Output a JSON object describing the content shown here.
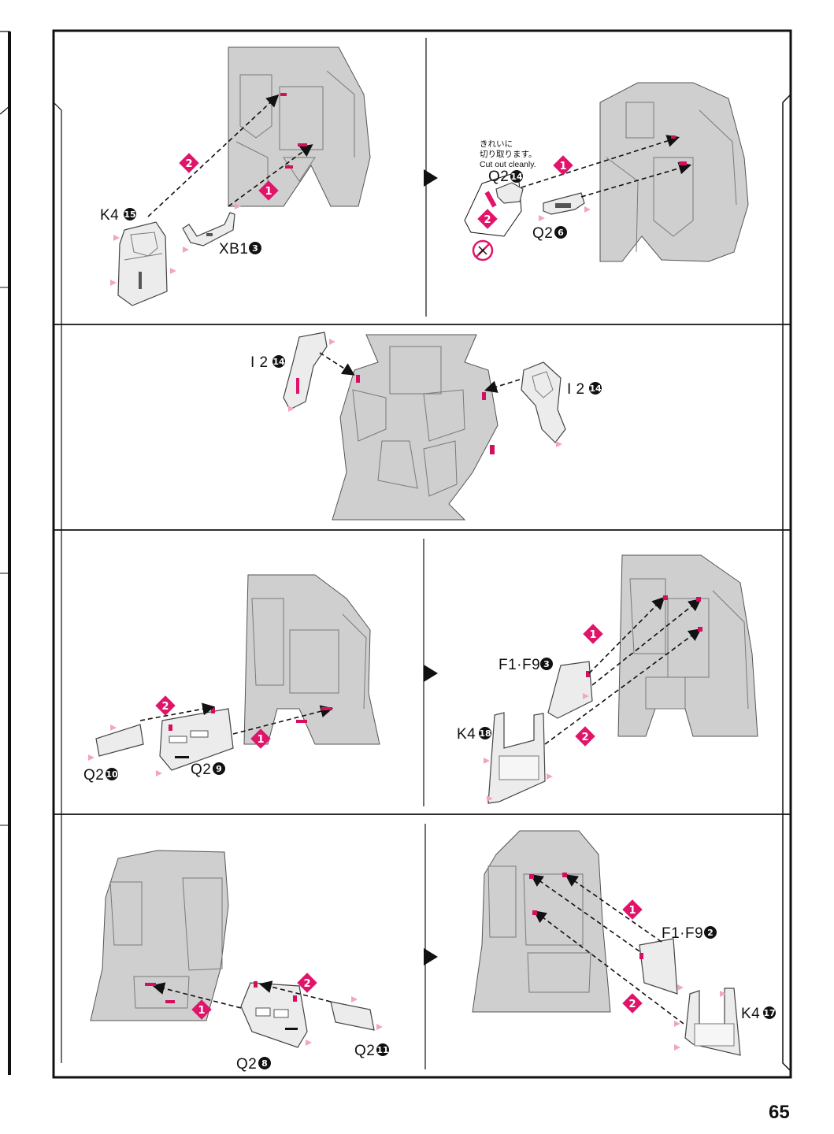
{
  "page_number": "65",
  "colors": {
    "accent": "#e0156a",
    "frame": "#111111"
  },
  "panels": {
    "p1": {
      "part_main": "K4",
      "part_main_num": "15",
      "part_second": "XB1",
      "part_second_num": "3",
      "steps": [
        "1",
        "2"
      ]
    },
    "p2": {
      "note_jp_line1": "きれいに",
      "note_jp_line2": "切り取ります。",
      "note_en": "Cut out cleanly.",
      "part_a": "Q2",
      "part_a_num": "14",
      "part_b": "Q2",
      "part_b_num": "6",
      "steps": [
        "1",
        "2"
      ],
      "icon": "no-cutting-icon"
    },
    "p3": {
      "part_left": "I 2",
      "part_left_num": "14",
      "part_right": "I 2",
      "part_right_num": "14"
    },
    "p4": {
      "part_a": "Q2",
      "part_a_num": "10",
      "part_b": "Q2",
      "part_b_num": "9",
      "steps": [
        "1",
        "2"
      ]
    },
    "p5": {
      "part_a": "F1·F9",
      "part_a_num": "3",
      "part_b": "K4",
      "part_b_num": "18",
      "steps": [
        "1",
        "2"
      ]
    },
    "p6": {
      "part_a": "Q2",
      "part_a_num": "8",
      "part_b": "Q2",
      "part_b_num": "11",
      "steps": [
        "1",
        "2"
      ]
    },
    "p7": {
      "part_a": "F1·F9",
      "part_a_num": "2",
      "part_b": "K4",
      "part_b_num": "17",
      "steps": [
        "1",
        "2"
      ]
    }
  }
}
